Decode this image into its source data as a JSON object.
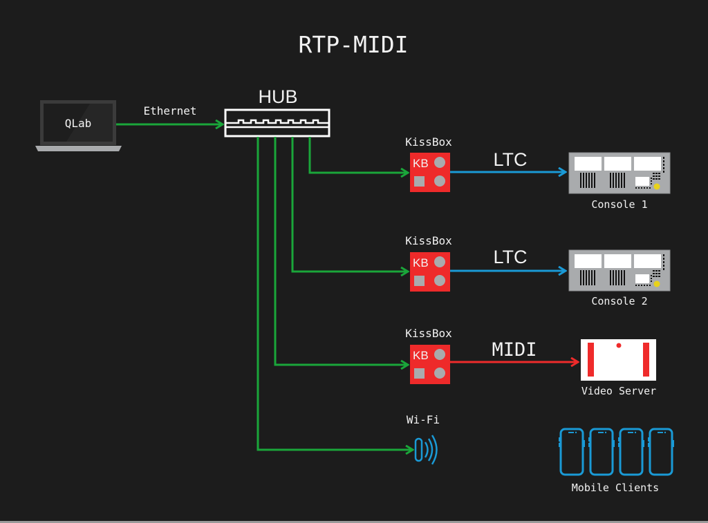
{
  "title": "RTP-MIDI",
  "colors": {
    "background": "#1c1c1c",
    "ethernet": "#1aa63a",
    "ltc": "#1a9ad6",
    "midi": "#ef2b2b",
    "kissbox": "#ee2a2a",
    "device_gray": "#a9abad",
    "text": "#f2f2f2"
  },
  "nodes": {
    "laptop": {
      "label": "QLab",
      "icon": "laptop-icon"
    },
    "hub": {
      "label": "HUB",
      "icon": "network-hub-icon"
    },
    "kissbox1": {
      "label": "KissBox",
      "badge": "KB",
      "icon": "kissbox-icon"
    },
    "kissbox2": {
      "label": "KissBox",
      "badge": "KB",
      "icon": "kissbox-icon"
    },
    "kissbox3": {
      "label": "KissBox",
      "badge": "KB",
      "icon": "kissbox-icon"
    },
    "console1": {
      "label": "Console 1",
      "icon": "lighting-console-icon"
    },
    "console2": {
      "label": "Console 2",
      "icon": "lighting-console-icon"
    },
    "video_server": {
      "label": "Video Server",
      "icon": "video-server-icon"
    },
    "wifi": {
      "label": "Wi-Fi",
      "icon": "wifi-access-point-icon"
    },
    "mobile": {
      "label": "Mobile Clients",
      "count": 4,
      "icon": "smartphone-icon"
    }
  },
  "edges": [
    {
      "from": "laptop",
      "to": "hub",
      "label": "Ethernet",
      "type": "ethernet"
    },
    {
      "from": "hub",
      "to": "kissbox1",
      "label": "",
      "type": "ethernet"
    },
    {
      "from": "hub",
      "to": "kissbox2",
      "label": "",
      "type": "ethernet"
    },
    {
      "from": "hub",
      "to": "kissbox3",
      "label": "",
      "type": "ethernet"
    },
    {
      "from": "hub",
      "to": "wifi",
      "label": "",
      "type": "ethernet"
    },
    {
      "from": "kissbox1",
      "to": "console1",
      "label": "LTC",
      "type": "ltc"
    },
    {
      "from": "kissbox2",
      "to": "console2",
      "label": "LTC",
      "type": "ltc"
    },
    {
      "from": "kissbox3",
      "to": "video_server",
      "label": "MIDI",
      "type": "midi"
    }
  ]
}
